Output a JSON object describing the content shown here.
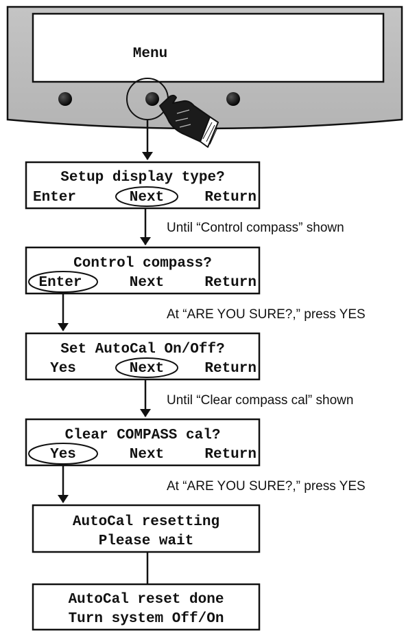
{
  "device": {
    "screen_label": "Menu"
  },
  "screens": [
    {
      "line1": "Setup display type?",
      "options": [
        "Enter",
        "Next",
        "Return"
      ],
      "highlight": 1,
      "note": "Until “Control compass” shown"
    },
    {
      "line1": "Control compass?",
      "options": [
        "Enter",
        "Next",
        "Return"
      ],
      "highlight": 0,
      "note": "At “ARE YOU SURE?,” press YES"
    },
    {
      "line1": "Set AutoCal On/Off?",
      "options": [
        "Yes",
        "Next",
        "Return"
      ],
      "highlight": 1,
      "note": "Until “Clear compass cal” shown"
    },
    {
      "line1": "Clear COMPASS cal?",
      "options": [
        "Yes",
        "Next",
        "Return"
      ],
      "highlight": 0,
      "note": "At “ARE YOU SURE?,” press YES"
    },
    {
      "line1": "AutoCal resetting",
      "line2": "Please wait"
    },
    {
      "line1": "AutoCal reset done",
      "line2": "Turn system Off/On"
    }
  ]
}
